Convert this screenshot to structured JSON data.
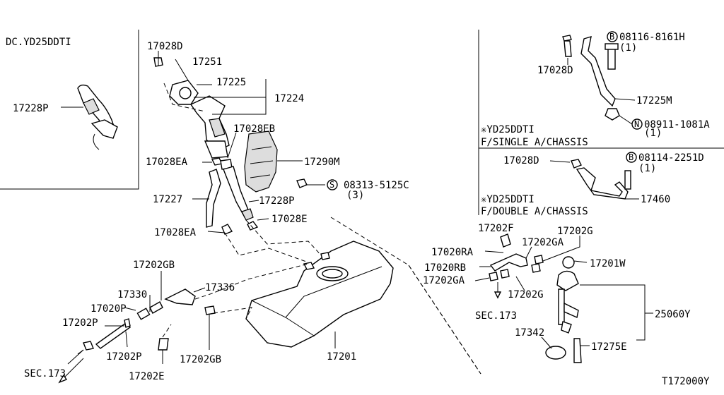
{
  "diagram_id": "T172000Y",
  "inset_left": {
    "title": "DC.YD25DDTI",
    "part": "17228P"
  },
  "inset_right_top": {
    "bolt": "08116-8161H",
    "bolt_qty": "(1)",
    "clip": "17028D",
    "bracket": "17225M",
    "nut": "08911-1081A",
    "nut_qty": "(1)",
    "note1": "✳YD25DDTI",
    "note2": "F/SINGLE A/CHASSIS"
  },
  "inset_right_bottom": {
    "bolt": "08114-2251D",
    "bolt_qty": "(1)",
    "clip": "17028D",
    "bracket": "17460",
    "note1": "✳YD25DDTI",
    "note2": "F/DOUBLE A/CHASSIS"
  },
  "labels": {
    "p17028D": "17028D",
    "p17251": "17251",
    "p17225": "17225",
    "p17224": "17224",
    "p17028EB": "17028EB",
    "p17028EA_a": "17028EA",
    "p17290M": "17290M",
    "screw": "08313-5125C",
    "screw_qty": "(3)",
    "p17227": "17227",
    "p17228P": "17228P",
    "p17028E": "17028E",
    "p17028EA_b": "17028EA",
    "p17202GB_a": "17202GB",
    "p17330": "17330",
    "p17336": "17336",
    "p17020P": "17020P",
    "p17202P_a": "17202P",
    "p17202P_b": "17202P",
    "p17202E": "17202E",
    "p17202GB_b": "17202GB",
    "p17201": "17201",
    "sec_left": "SEC.173",
    "p17202F": "17202F",
    "p17202G_a": "17202G",
    "p17020RA": "17020RA",
    "p17202GA_a": "17202GA",
    "p17020RB": "17020RB",
    "p17201W": "17201W",
    "p17202GA_b": "17202GA",
    "p17202G_b": "17202G",
    "sec_right": "SEC.173",
    "p25060Y": "25060Y",
    "p17342": "17342",
    "p17275E": "17275E"
  }
}
